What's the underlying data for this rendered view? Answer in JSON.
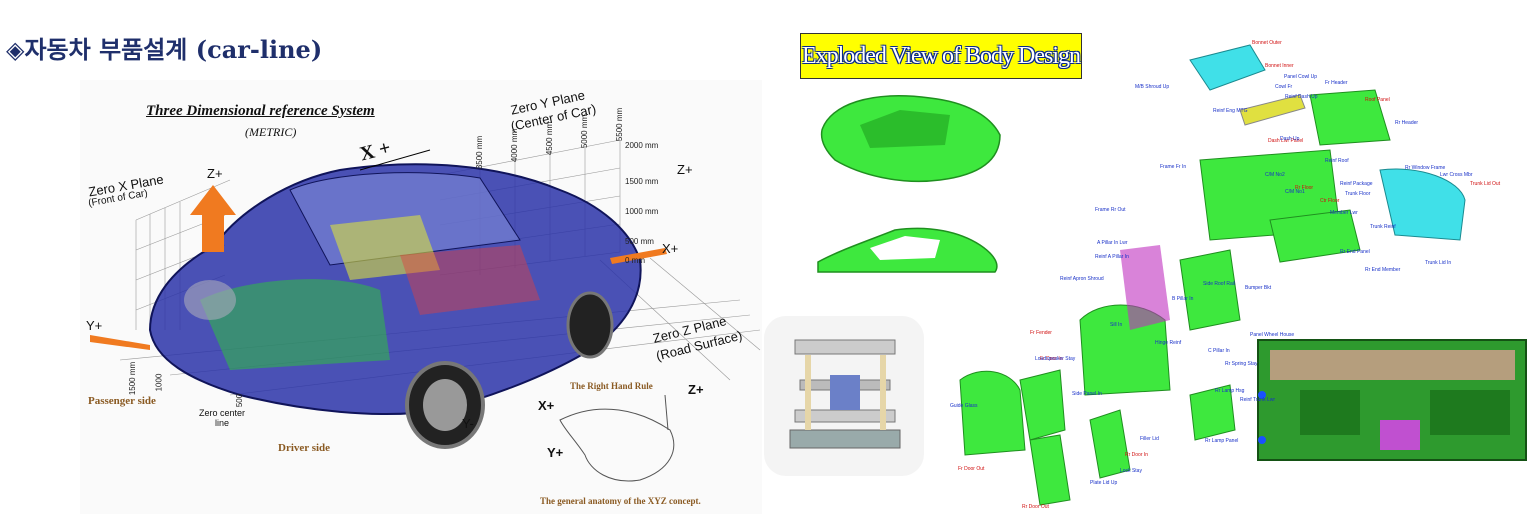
{
  "title": {
    "marker": "◈",
    "text": "자동차 부품설계 (car-line)"
  },
  "left_figure": {
    "heading": "Three Dimensional reference System",
    "subheading": "(METRIC)",
    "x_axis_top": "X +",
    "zero_y_plane": "Zero Y Plane",
    "zero_y_plane_sub": "(Center of Car)",
    "zero_x_plane": "Zero X Plane",
    "zero_x_plane_sub": "(Front of Car)",
    "zero_z_plane": "Zero Z Plane",
    "zero_z_plane_sub": "(Road Surface)",
    "z_plus_left": "Z+",
    "z_plus_right": "Z+",
    "x_plus_right": "X+",
    "y_plus_left": "Y+",
    "y_minus": "Y-",
    "z_ticks": [
      "2000 mm",
      "1500 mm",
      "1000 mm",
      "500 mm",
      "0 mm"
    ],
    "x_ticks": [
      "5500 mm",
      "5000 mm",
      "4500 mm",
      "4000 mm",
      "3500 mm"
    ],
    "y_ticks": [
      "1500 mm",
      "1000",
      "500",
      "0"
    ],
    "passenger_side": "Passenger side",
    "driver_side": "Driver side",
    "zero_center_line": "Zero center line",
    "right_hand_rule": "The Right Hand Rule",
    "hand_z": "Z+",
    "hand_x": "X+",
    "hand_y": "Y+",
    "caption": "The general anatomy of the XYZ concept."
  },
  "right_figure": {
    "banner": "Exploded View of Body Design",
    "parts_red": [
      "Bonnet Outer",
      "Bonnet Inner",
      "Roof Panel",
      "Dash Lwr Panel",
      "Ctr Floor",
      "Rr Floor",
      "Trunk Lid Out",
      "Fr Fender",
      "Fr Door In",
      "Fr Door Out",
      "Rr Door In",
      "Rr Door Out"
    ],
    "parts_blue": [
      "Panel Cowl Up",
      "Cowl Fr",
      "Reinf Dash Up",
      "Fr Header",
      "Reinf Roof",
      "Rr Header",
      "Reinf Eng MTG",
      "M/B Shroud Up",
      "Dash Up",
      "Frame Fr In",
      "Frame Rr Out",
      "C/M No1",
      "C/M No2",
      "Reinf Package",
      "Rr Window Frame",
      "Lwr Cross Mbr",
      "Member Lwr",
      "Trunk Floor",
      "Trunk Reinf",
      "Trunk Lid In",
      "A Pillar In Lwr",
      "Reinf A Pillar In",
      "Side Roof Rail",
      "Reinf Apron Shroud",
      "B Pillar In",
      "Hinge Reinf",
      "C Pillar In",
      "Sill In",
      "Lock Stay",
      "Guide Glass",
      "Plate Lid Up",
      "Rr Lamp Hsg",
      "Rr Lamp Panel",
      "Reinf Trunk Lwr",
      "Filler Lid",
      "Rr Spring Stay",
      "Bumper Bkt",
      "Rr End Panel",
      "Rr End Member",
      "Loudspeaker Stay",
      "Side Panel In",
      "Panel Wheel House"
    ]
  },
  "colors": {
    "title": "#1f2f6b",
    "banner_bg": "#ffff00",
    "banner_text": "#ffffff",
    "banner_outline": "#0a2a8a",
    "body_green": "#3ee83e",
    "car_blue": "#2a33a8",
    "axis_orange": "#f07a20",
    "brown_text": "#8a5a22"
  }
}
